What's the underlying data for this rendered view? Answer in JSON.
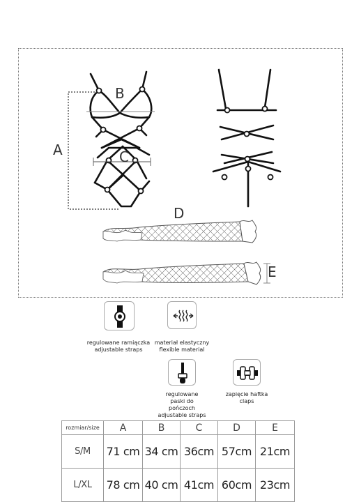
{
  "diagram": {
    "dimension_letters": [
      "A",
      "B",
      "C",
      "D",
      "E"
    ]
  },
  "features": [
    {
      "icon": "adjustable-strap-icon",
      "label_pl": "regulowane ramiączka",
      "label_en": "adjustable straps"
    },
    {
      "icon": "elastic-material-icon",
      "label_pl": "materiał elastyczny",
      "label_en": "flexible material"
    },
    {
      "icon": "garter-strap-icon",
      "label_pl": "regulowane paski do pończoch",
      "label_en": "adjustable straps"
    },
    {
      "icon": "hook-clasp-icon",
      "label_pl": "zapięcie haftka",
      "label_en": "claps"
    }
  ],
  "size_table": {
    "corner_label": "rozmiar/size",
    "columns": [
      "A",
      "B",
      "C",
      "D",
      "E"
    ],
    "rows": [
      {
        "size": "S/M",
        "values": [
          "71 cm",
          "34 cm",
          "36cm",
          "57cm",
          "21cm"
        ]
      },
      {
        "size": "L/XL",
        "values": [
          "78 cm",
          "40 cm",
          "41cm",
          "60cm",
          "23cm"
        ]
      }
    ]
  }
}
